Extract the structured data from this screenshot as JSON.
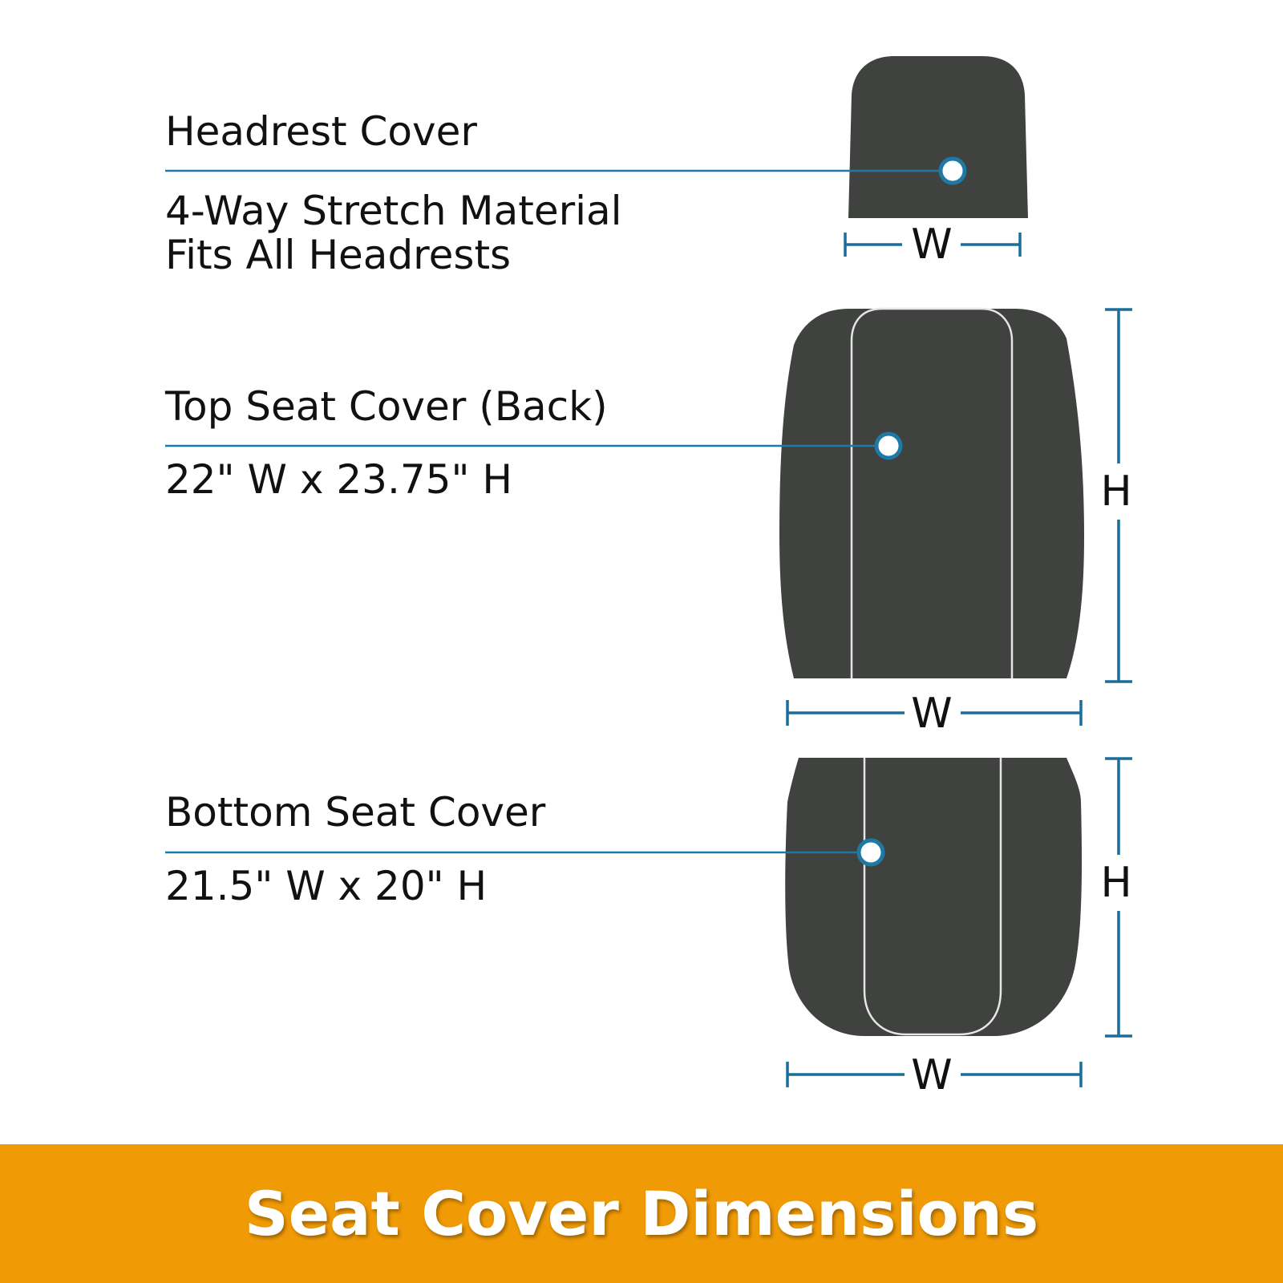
{
  "colors": {
    "cover": "#404240",
    "leader": "#1e7aa5",
    "dimension": "#1b6e9b",
    "seam": "#e6e6e6",
    "footer_bg": "#f09a06",
    "footer_text": "#ffffff"
  },
  "headrest": {
    "title": "Headrest Cover",
    "lines": [
      "4-Way Stretch Material",
      "Fits All Headrests"
    ],
    "width_label": "W"
  },
  "top_seat": {
    "title": "Top Seat Cover (Back)",
    "size": "22\" W x 23.75\" H",
    "width_label": "W",
    "height_label": "H"
  },
  "bottom_seat": {
    "title": "Bottom Seat Cover",
    "size": "21.5\" W x 20\" H",
    "width_label": "W",
    "height_label": "H"
  },
  "footer": {
    "title": "Seat Cover Dimensions"
  }
}
